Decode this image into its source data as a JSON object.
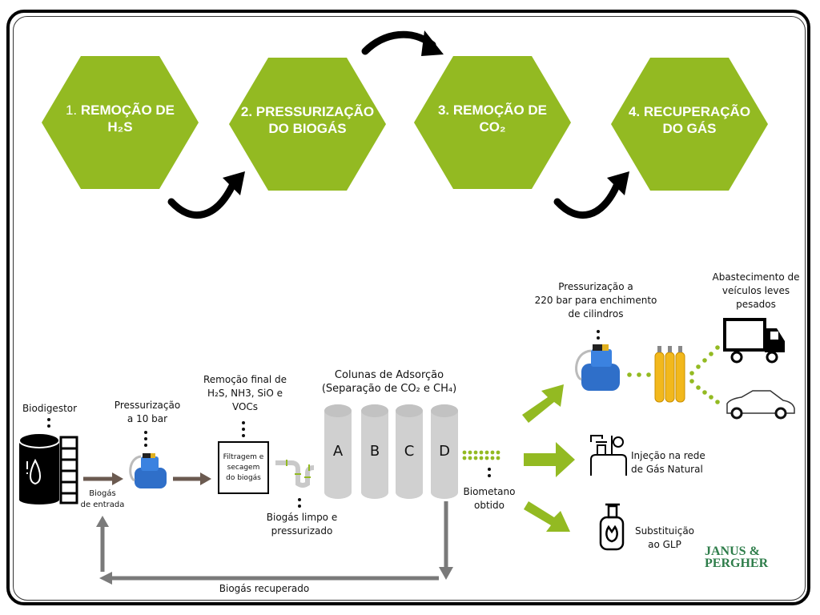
{
  "steps": [
    {
      "number": "1.",
      "line1": "REMOÇÃO DE",
      "line2": "H₂S"
    },
    {
      "number": "2.",
      "line1": "PRESSURIZAÇÃO",
      "line2": "DO BIOGÁS"
    },
    {
      "number": "3.",
      "line1": "REMOÇÃO DE",
      "line2": "CO₂"
    },
    {
      "number": "4.",
      "line1": "RECUPERAÇÃO",
      "line2": "DO GÁS"
    }
  ],
  "process": {
    "biodigestor": "Biodigestor",
    "inlet_gas": [
      "Biogás",
      "de entrada"
    ],
    "pressurization_10": [
      "Pressurização",
      "a 10 bar"
    ],
    "final_removal": [
      "Remoção final de",
      "H₂S, NH3, SiO e",
      "VOCs"
    ],
    "filter_box": [
      "Filtragem e",
      "secagem",
      "do biogás"
    ],
    "clean_gas": [
      "Biogás limpo e",
      "pressurizado"
    ],
    "columns_title": [
      "Colunas de Adsorção",
      "(Separação de CO₂  e  CH₄)"
    ],
    "columns": [
      "A",
      "B",
      "C",
      "D"
    ],
    "biomethane": [
      "Biometano",
      "obtido"
    ],
    "recovered": "Biogás recuperado"
  },
  "outputs": {
    "pressurization_220": [
      "Pressurização a",
      "220 bar para enchimento",
      "de cilindros"
    ],
    "vehicles": [
      "Abastecimento de",
      "veículos leves",
      "pesados"
    ],
    "injection": [
      "Injeção na rede",
      "de Gás Natural"
    ],
    "glp": [
      "Substituição",
      "ao GLP"
    ]
  },
  "logo": [
    "JANUS &",
    "PERGHER"
  ],
  "colors": {
    "green": "#93ba22",
    "brown_arrow": "#6b5a50",
    "gray_arrow": "#7a7a7a",
    "pump_blue": "#2f6fc9",
    "cylinder_yellow": "#f2b81c",
    "logo_green": "#2e7d4a"
  }
}
